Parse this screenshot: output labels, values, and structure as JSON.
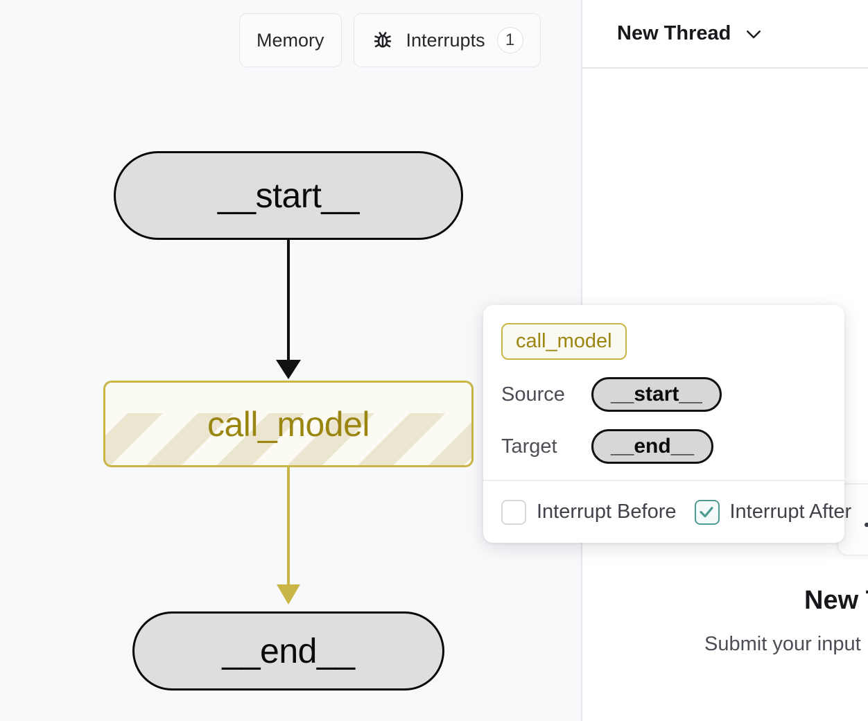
{
  "toolbar": {
    "memory_label": "Memory",
    "interrupts_label": "Interrupts",
    "interrupts_icon": "bug-icon",
    "interrupts_count": "1"
  },
  "graph": {
    "nodes": [
      {
        "id": "__start__",
        "label": "__start__",
        "kind": "terminal"
      },
      {
        "id": "call_model",
        "label": "call_model",
        "kind": "active"
      },
      {
        "id": "__end__",
        "label": "__end__",
        "kind": "terminal"
      }
    ],
    "edges": [
      {
        "from": "__start__",
        "to": "call_model",
        "color": "#111111"
      },
      {
        "from": "call_model",
        "to": "__end__",
        "color": "#c9b545"
      }
    ],
    "accent_color": "#c9b545",
    "node_fill": "#dededf"
  },
  "popup": {
    "node_chip": "call_model",
    "source_key": "Source",
    "source_value": "__start__",
    "target_key": "Target",
    "target_value": "__end__",
    "interrupt_before_label": "Interrupt Before",
    "interrupt_before_checked": false,
    "interrupt_after_label": "Interrupt After",
    "interrupt_after_checked": true,
    "checked_color": "#4f9b92"
  },
  "right_pane": {
    "thread_title": "New Thread",
    "thread_chevron_icon": "chevron-down-icon",
    "empty_title": "New T",
    "empty_subtitle": "Submit your input",
    "card_icon": "graph-node-icon"
  }
}
